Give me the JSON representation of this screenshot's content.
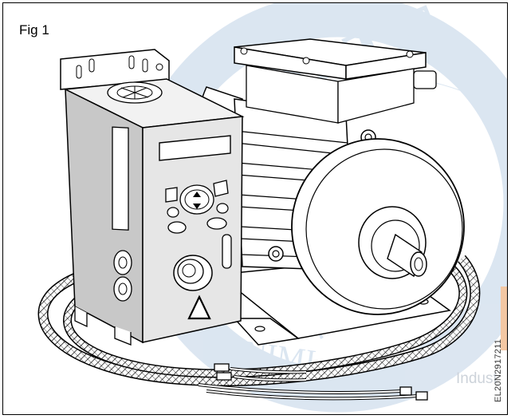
{
  "figure": {
    "label": "Fig 1",
    "code": "EL20N2917211"
  },
  "watermark": {
    "word": "Indust"
  },
  "colors": {
    "line": "#000000",
    "drive_front": "#e6e6e6",
    "drive_side": "#c8c8c8",
    "watermark": "#9bb8d8",
    "accent_strip": "#f3c7a3"
  }
}
